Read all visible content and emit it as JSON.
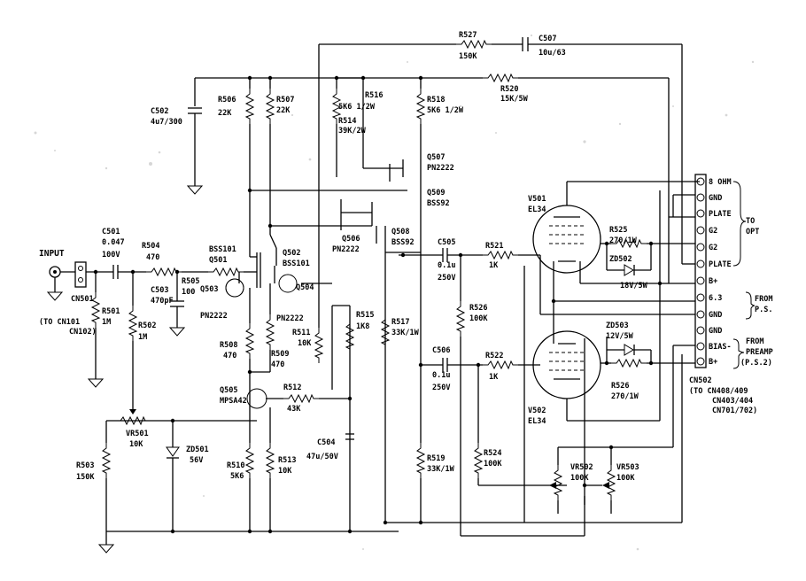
{
  "labels": {
    "input": "INPUT",
    "cn501": "CN501",
    "to_cn101_a": "(TO CN101",
    "to_cn101_b": "CN102)",
    "c501": "C501",
    "c501_v": "0.047",
    "c501_v2": "100V",
    "r501": "R501",
    "r501_v": "1M",
    "r502": "R502",
    "r502_v": "1M",
    "r503": "R503",
    "r503_v": "150K",
    "r504": "R504",
    "r504_v": "470",
    "r505": "R505",
    "r505_v": "100",
    "c503": "C503",
    "c503_v": "470pF",
    "c502": "C502",
    "c502_v": "4u7/300",
    "r506": "R506",
    "r506_v": "22K",
    "r507": "R507",
    "r507_v": "22K",
    "r516": "R516",
    "r516_v": "5K6 1/2W",
    "r514": "R514",
    "r514_v": "39K/2W",
    "r518": "R518",
    "r518_v": "5K6 1/2W",
    "r527": "R527",
    "r527_v": "150K",
    "c507": "C507",
    "c507_v": "10u/63",
    "r520": "R520",
    "r520_v": "15K/5W",
    "q507": "Q507",
    "q507_v": "PN2222",
    "q509": "Q509",
    "q509_v": "BSS92",
    "q508": "Q508",
    "q508_v": "BSS92",
    "q506": "Q506",
    "q506_v": "PN2222",
    "q501_t": "BSS101",
    "q501": "Q501",
    "q502": "Q502",
    "q502_v": "BSS101",
    "q503": "Q503",
    "q503_v": "PN2222",
    "q504": "Q504",
    "q504_v": "PN2222",
    "r508": "R508",
    "r508_v": "470",
    "r509": "R509",
    "r509_v": "470",
    "r511": "R511",
    "r511_v": "10K",
    "r515": "R515",
    "r515_v": "1K8",
    "r517": "R517",
    "r517_v": "33K/1W",
    "q505": "Q505",
    "q505_v": "MPSA42",
    "r512": "R512",
    "r512_v": "43K",
    "vr501": "VR501",
    "vr501_v": "10K",
    "zd501": "ZD501",
    "zd501_v": "56V",
    "r510": "R510",
    "r510_v": "5K6",
    "r513": "R513",
    "r513_v": "10K",
    "c504": "C504",
    "c504_v": "47u/50V",
    "c505": "C505",
    "c505_v": "0.1u",
    "c505_v2": "250V",
    "c506": "C506",
    "c506_v": "0.1u",
    "c506_v2": "250V",
    "r521": "R521",
    "r521_v": "1K",
    "r522": "R522",
    "r522_v": "1K",
    "r526": "R526",
    "r526_v": "100K",
    "r519": "R519",
    "r519_v": "33K/1W",
    "r524": "R524",
    "r524_v": "100K",
    "v501": "V501",
    "v501_v": "EL34",
    "v502": "V502",
    "v502_v": "EL34",
    "r525": "R525",
    "r525_v": "270/1W",
    "zd502": "ZD502",
    "zd502_v": "18V/5W",
    "zd503": "ZD503",
    "zd503_v": "12V/5W",
    "r526b": "R526",
    "r526b_v": "270/1W",
    "vr502": "VR502",
    "vr502_v": "100K",
    "vr503": "VR503",
    "vr503_v": "100K",
    "cn502": "CN502",
    "cn502_to_a": "(TO CN408/409",
    "cn502_to_b": "CN403/404",
    "cn502_to_c": "CN701/702)",
    "pins": [
      "8 OHM",
      "GND",
      "PLATE",
      "G2",
      "G2",
      "PLATE",
      "B+",
      "6.3",
      "GND",
      "GND",
      "BIAS-",
      "B+"
    ],
    "to_opt_a": "TO",
    "to_opt_b": "OPT",
    "from_ps_a": "FROM",
    "from_ps_b": "P.S.",
    "from_preamp_a": "FROM",
    "from_preamp_b": "PREAMP",
    "from_preamp_c": "(P.S.2)"
  }
}
